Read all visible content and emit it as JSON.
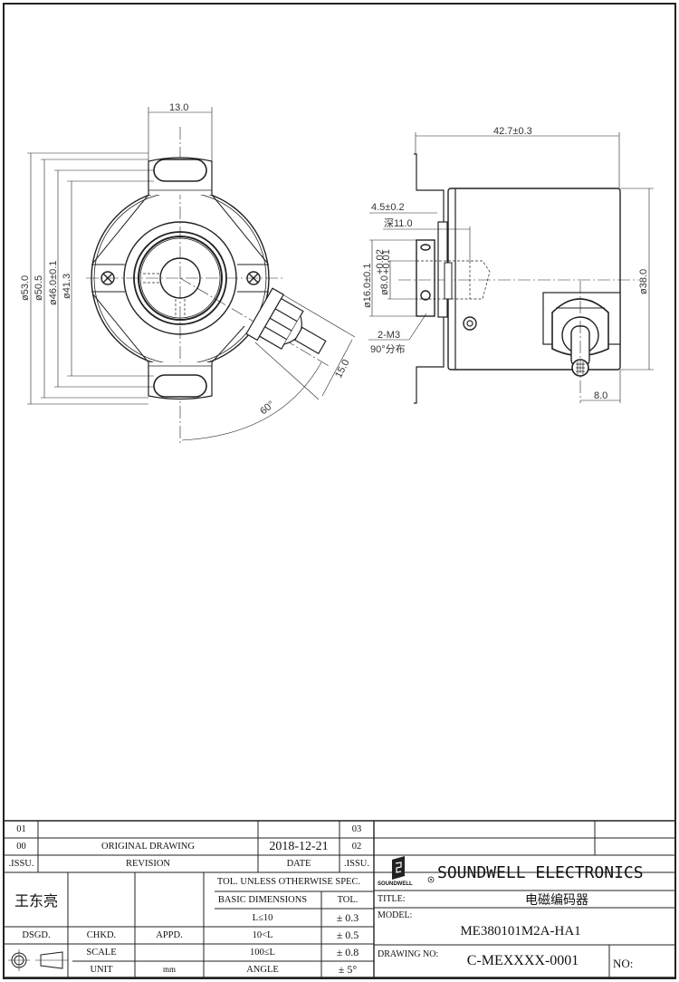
{
  "drawing": {
    "front_view": {
      "dimensions": {
        "ear_width": "13.0",
        "dia_outer": "ø53.0",
        "dia_2": "ø50.5",
        "dia_3": "ø46.0±0.1",
        "dia_4": "ø41.3",
        "cable_gland_length": "15.0",
        "cable_angle": "60°"
      }
    },
    "side_view": {
      "dimensions": {
        "overall_length": "42.7±0.3",
        "flange_offset": "4.5±0.2",
        "bore_depth": "深11.0",
        "clamp_dia": "ø16.0±0.1",
        "bore_dia": "ø8.0",
        "bore_tol_upper": "+0.02",
        "bore_tol_lower": "+0.01",
        "screws_line1": "2-M3",
        "screws_line2": "90°分布",
        "body_dia": "ø38.0",
        "cable_offset": "8.0"
      }
    }
  },
  "title_block": {
    "revisions": {
      "rows": [
        {
          "issu": "01",
          "revision": "",
          "date": "",
          "issu2": "03"
        },
        {
          "issu": "00",
          "revision": "ORIGINAL  DRAWING",
          "date": "2018-12-21",
          "issu2": "02"
        }
      ],
      "header": {
        "issu": ".ISSU.",
        "revision": "REVISION",
        "date": "DATE",
        "issu2": ".ISSU."
      }
    },
    "signatures": {
      "designer_name": "王东亮",
      "dsgd": "DSGD.",
      "chkd": "CHKD.",
      "appd": "APPD.",
      "scale_label": "SCALE",
      "scale_value": "",
      "unit_label": "UNIT",
      "unit_value": "mm"
    },
    "tolerances": {
      "header": "TOL. UNLESS  OTHERWISE  SPEC.",
      "col_basic": "BASIC DIMENSIONS",
      "col_tol": "TOL.",
      "rows": [
        {
          "range": "L≤10",
          "tol": "± 0.3"
        },
        {
          "range": "10<L",
          "tol": "± 0.5"
        },
        {
          "range": "100≤L",
          "tol": "± 0.8"
        },
        {
          "range": "ANGLE",
          "tol": "± 5°"
        }
      ]
    },
    "company": {
      "logo_text": "SOUNDWELL",
      "name": "SOUNDWELL ELECTRONICS"
    },
    "title_label": "TITLE:",
    "title_value": "电磁编码器",
    "model_label": "MODEL:",
    "model_value": "ME380101M2A-HA1",
    "drawing_no_label": "DRAWING NO:",
    "drawing_no_value": "C-MEXXXX-0001",
    "no_label": "NO:"
  }
}
